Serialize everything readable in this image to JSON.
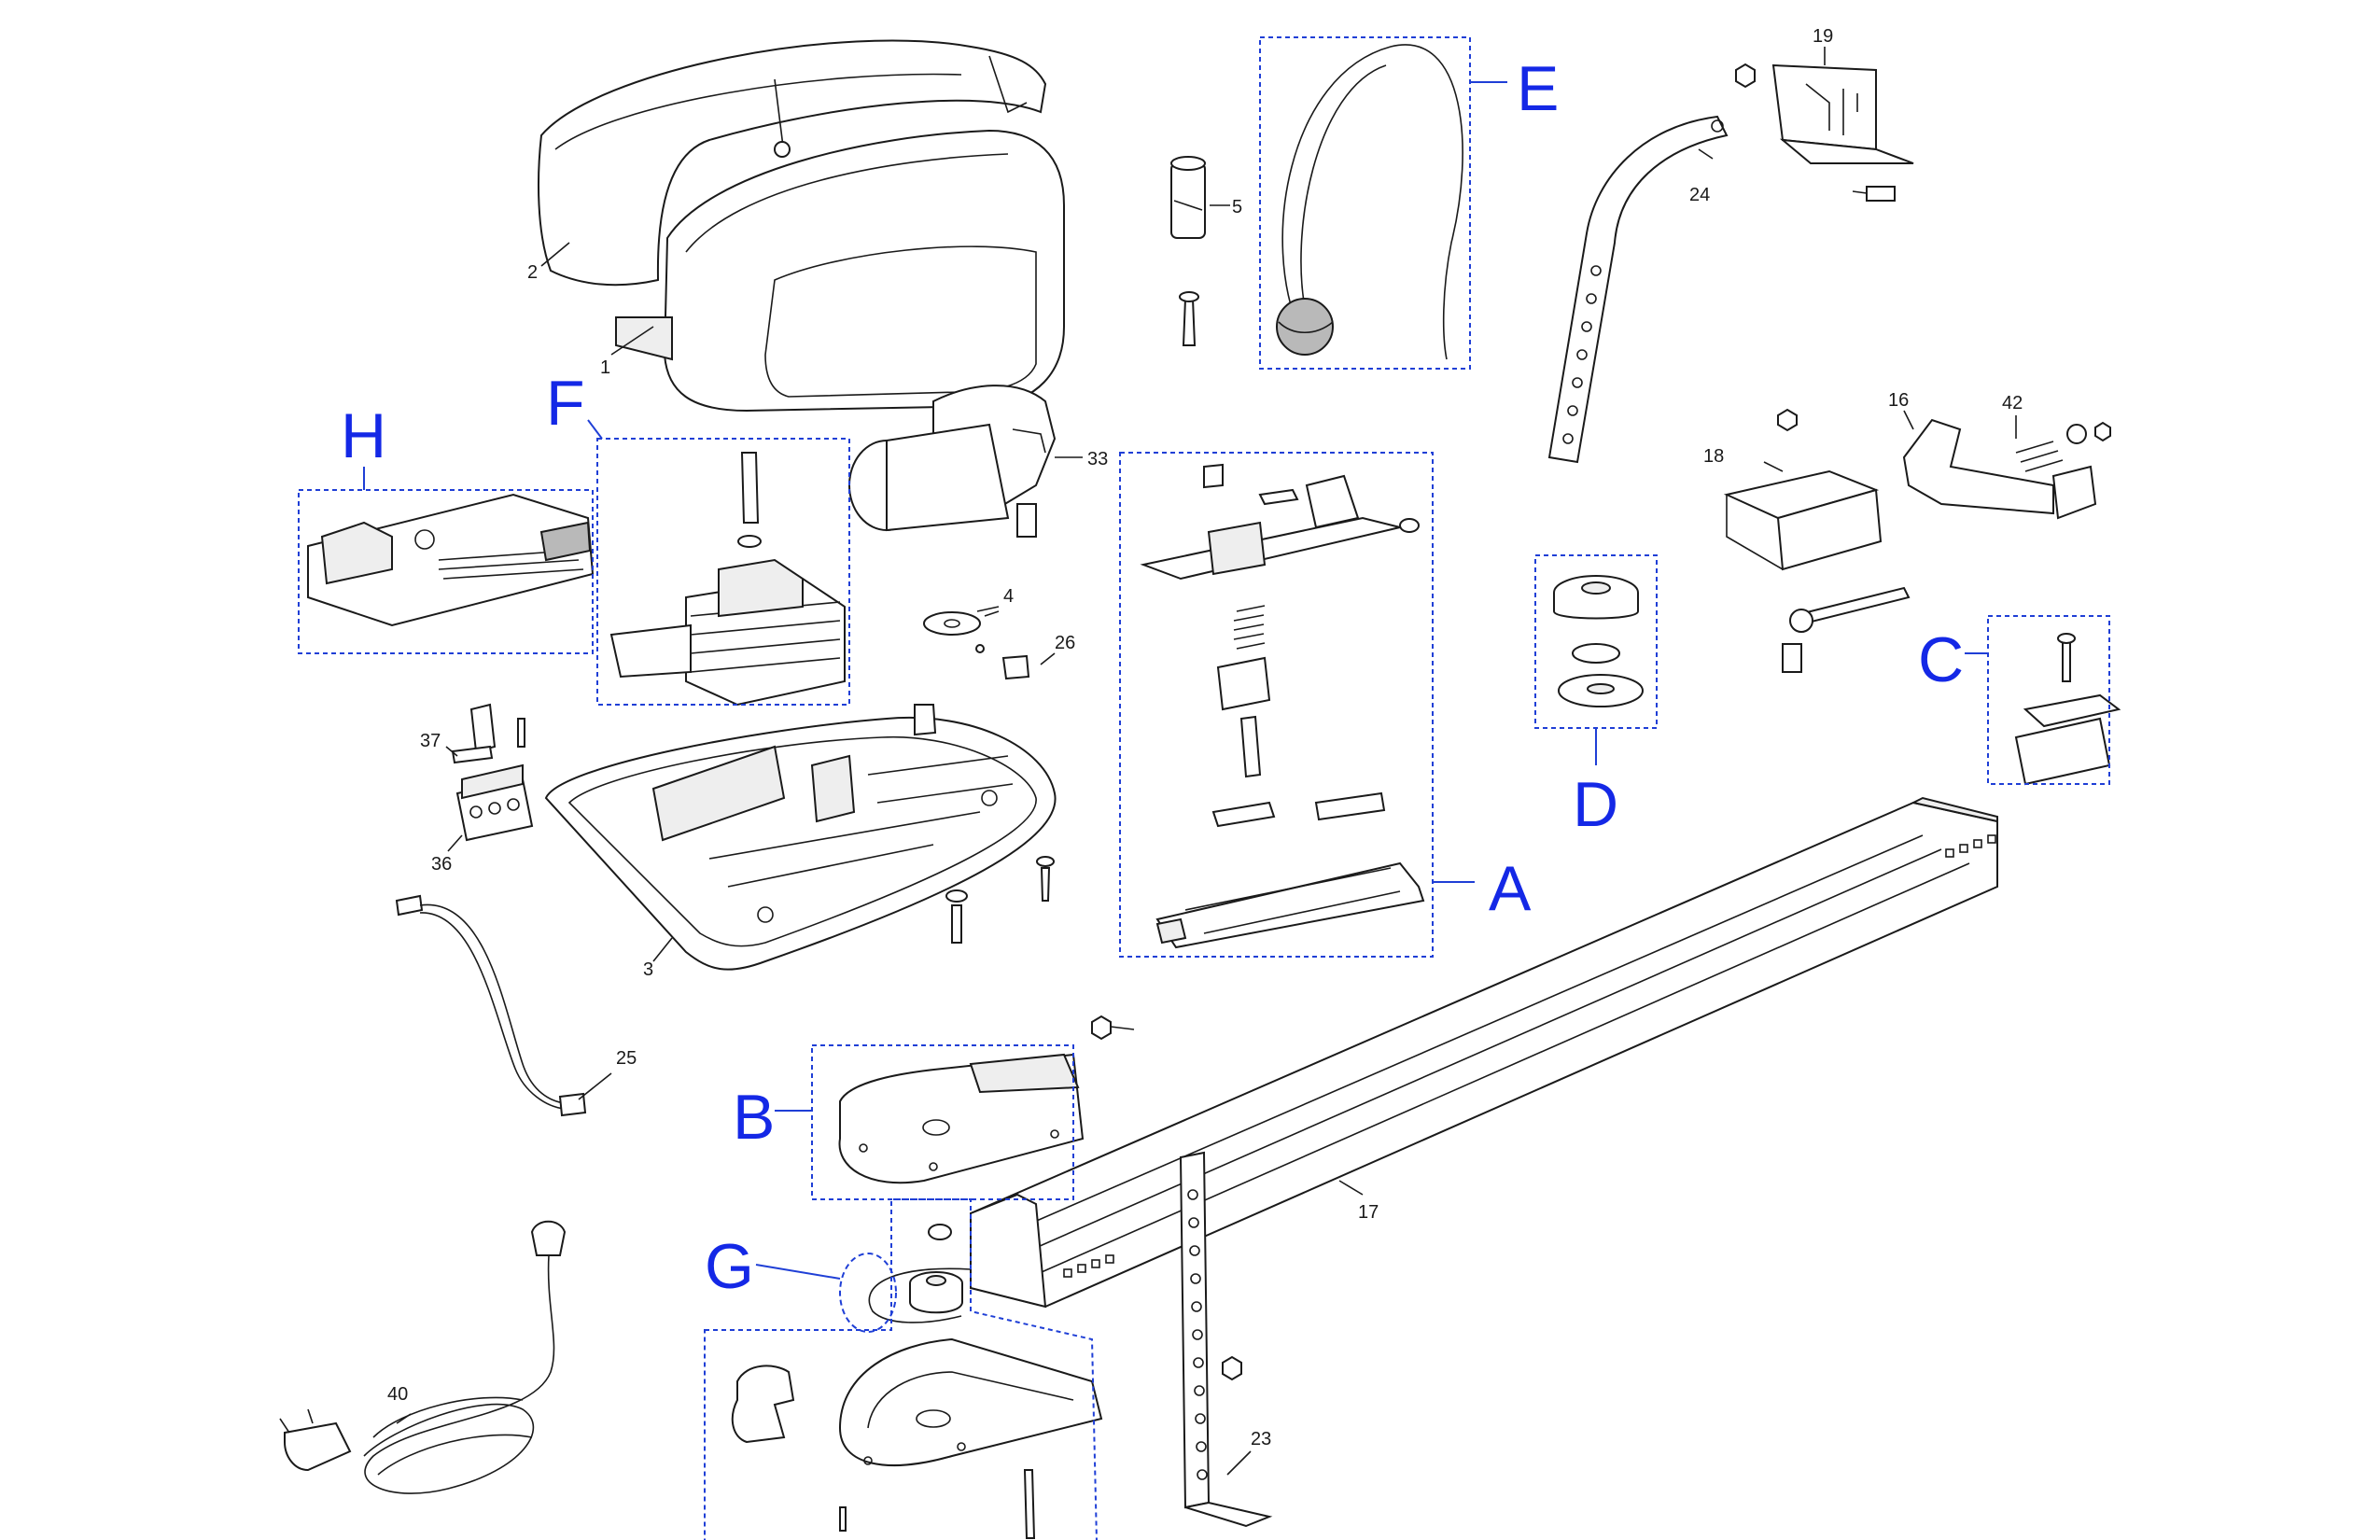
{
  "part_numbers": [
    "1",
    "2",
    "3",
    "4",
    "5",
    "16",
    "17",
    "18",
    "19",
    "23",
    "24",
    "25",
    "26",
    "33",
    "36",
    "37",
    "40",
    "42"
  ],
  "group_letters": [
    "A",
    "B",
    "C",
    "D",
    "E",
    "F",
    "G",
    "H"
  ],
  "colors": {
    "group_letter": "#1428e6",
    "group_box": "#1f3fd6",
    "line": "#1a1a1a"
  }
}
